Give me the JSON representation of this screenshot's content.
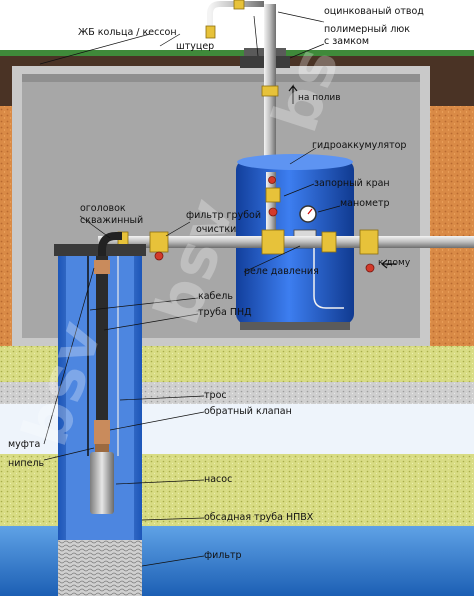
{
  "labels": {
    "zinc_outlet": "оцинкованый отвод",
    "polymer_hatch_1": "полимерный люк",
    "polymer_hatch_2": "с замком",
    "rings_caisson": "ЖБ кольца / кессон",
    "fitting": "штуцер",
    "to_watering": "на полив",
    "accumulator": "гидроаккумулятор",
    "shutoff_valve": "запорный кран",
    "manometer": "манометр",
    "well_head_1": "оголовок",
    "well_head_2": "скважинный",
    "filter_coarse_1": "фильтр грубой",
    "filter_coarse_2": "очистки",
    "to_house": "к дому",
    "pressure_relay": "реле давления",
    "cable": "кабель",
    "hdpe_pipe": "труба ПНД",
    "rope": "трос",
    "check_valve": "обратный клапан",
    "coupling": "муфта",
    "nipple": "нипель",
    "pump": "насос",
    "casing_pipe": "обсадная труба НПВХ",
    "filter": "фильтр"
  },
  "watermark": "bsv",
  "colors": {
    "sky": "#ffffff",
    "grass": "#3f8a3a",
    "topsoil": "#4a3325",
    "clay": "#d98a46",
    "caisson": "#c9c9c9",
    "caisson_inner": "#a7a7a7",
    "sand": "#d8dc84",
    "aquifer": "#2f7fd0",
    "tank": "#1f5fd6",
    "casing": "#3a76d8",
    "pipe": "#e8e8e8",
    "valve_yellow": "#e7c23a"
  }
}
